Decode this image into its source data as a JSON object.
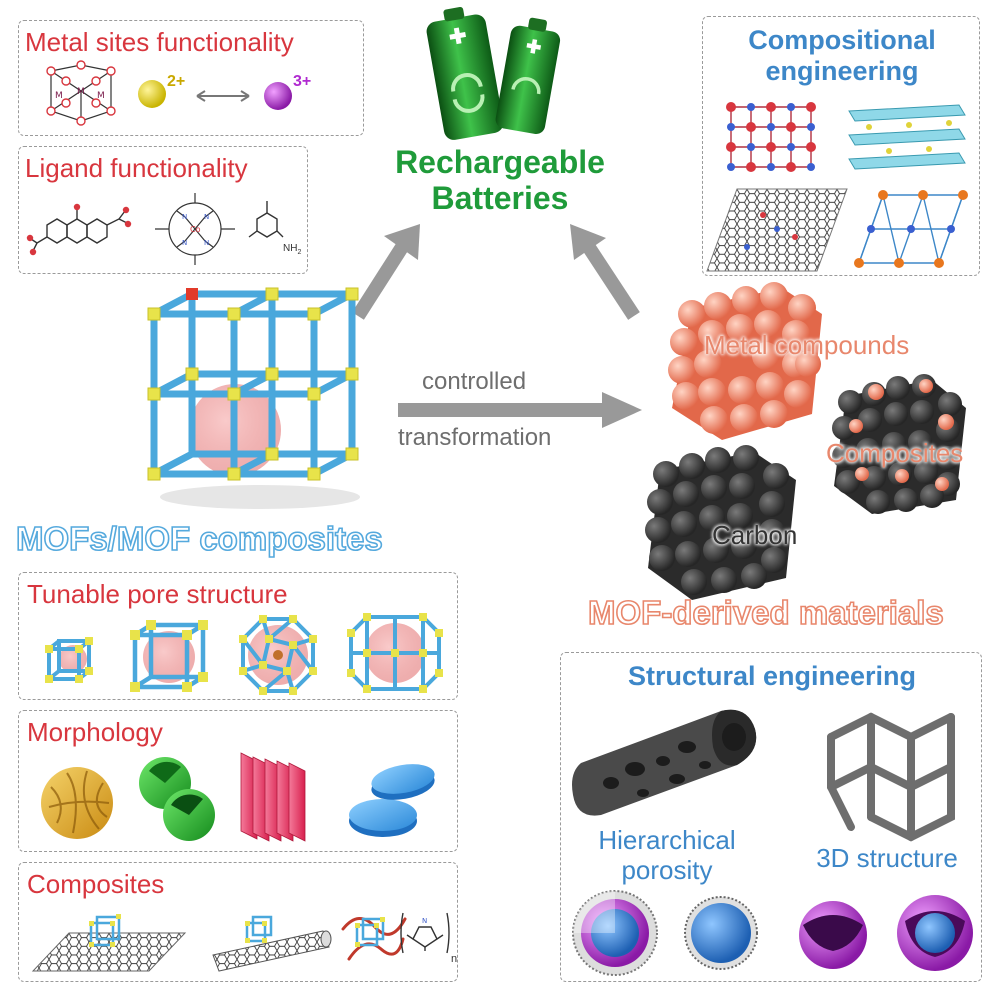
{
  "center": {
    "title_line1": "Rechargeable",
    "title_line2": "Batteries",
    "arrow_top": "controlled",
    "arrow_bottom": "transformation",
    "mofs_label": "MOFs/MOF composites",
    "derived_label": "MOF-derived materials"
  },
  "derived": {
    "metal_compounds": "Metal compounds",
    "composites": "Composites",
    "carbon": "Carbon"
  },
  "panels": {
    "metal_sites": {
      "title": "Metal sites functionality",
      "ion_a": "2+",
      "ion_b": "3+"
    },
    "ligand": {
      "title": "Ligand functionality",
      "nh2": "NH",
      "nh2_sub": "2"
    },
    "compositional": {
      "title_line1": "Compositional",
      "title_line2": "engineering"
    },
    "tunable_pore": {
      "title": "Tunable pore structure"
    },
    "morphology": {
      "title": "Morphology"
    },
    "composites": {
      "title": "Composites",
      "polymer_n": "n"
    },
    "structural": {
      "title": "Structural engineering",
      "hier_line1": "Hierarchical",
      "hier_line2": "porosity",
      "three_d": "3D structure"
    }
  },
  "colors": {
    "red_title": "#d8363e",
    "blue_title": "#3d87c8",
    "green_title": "#1f9b3a",
    "orange": "#e8876c",
    "mof_frame": "#4aa8dc",
    "mof_node": "#e8e34a",
    "gray_arrow": "#999999"
  }
}
